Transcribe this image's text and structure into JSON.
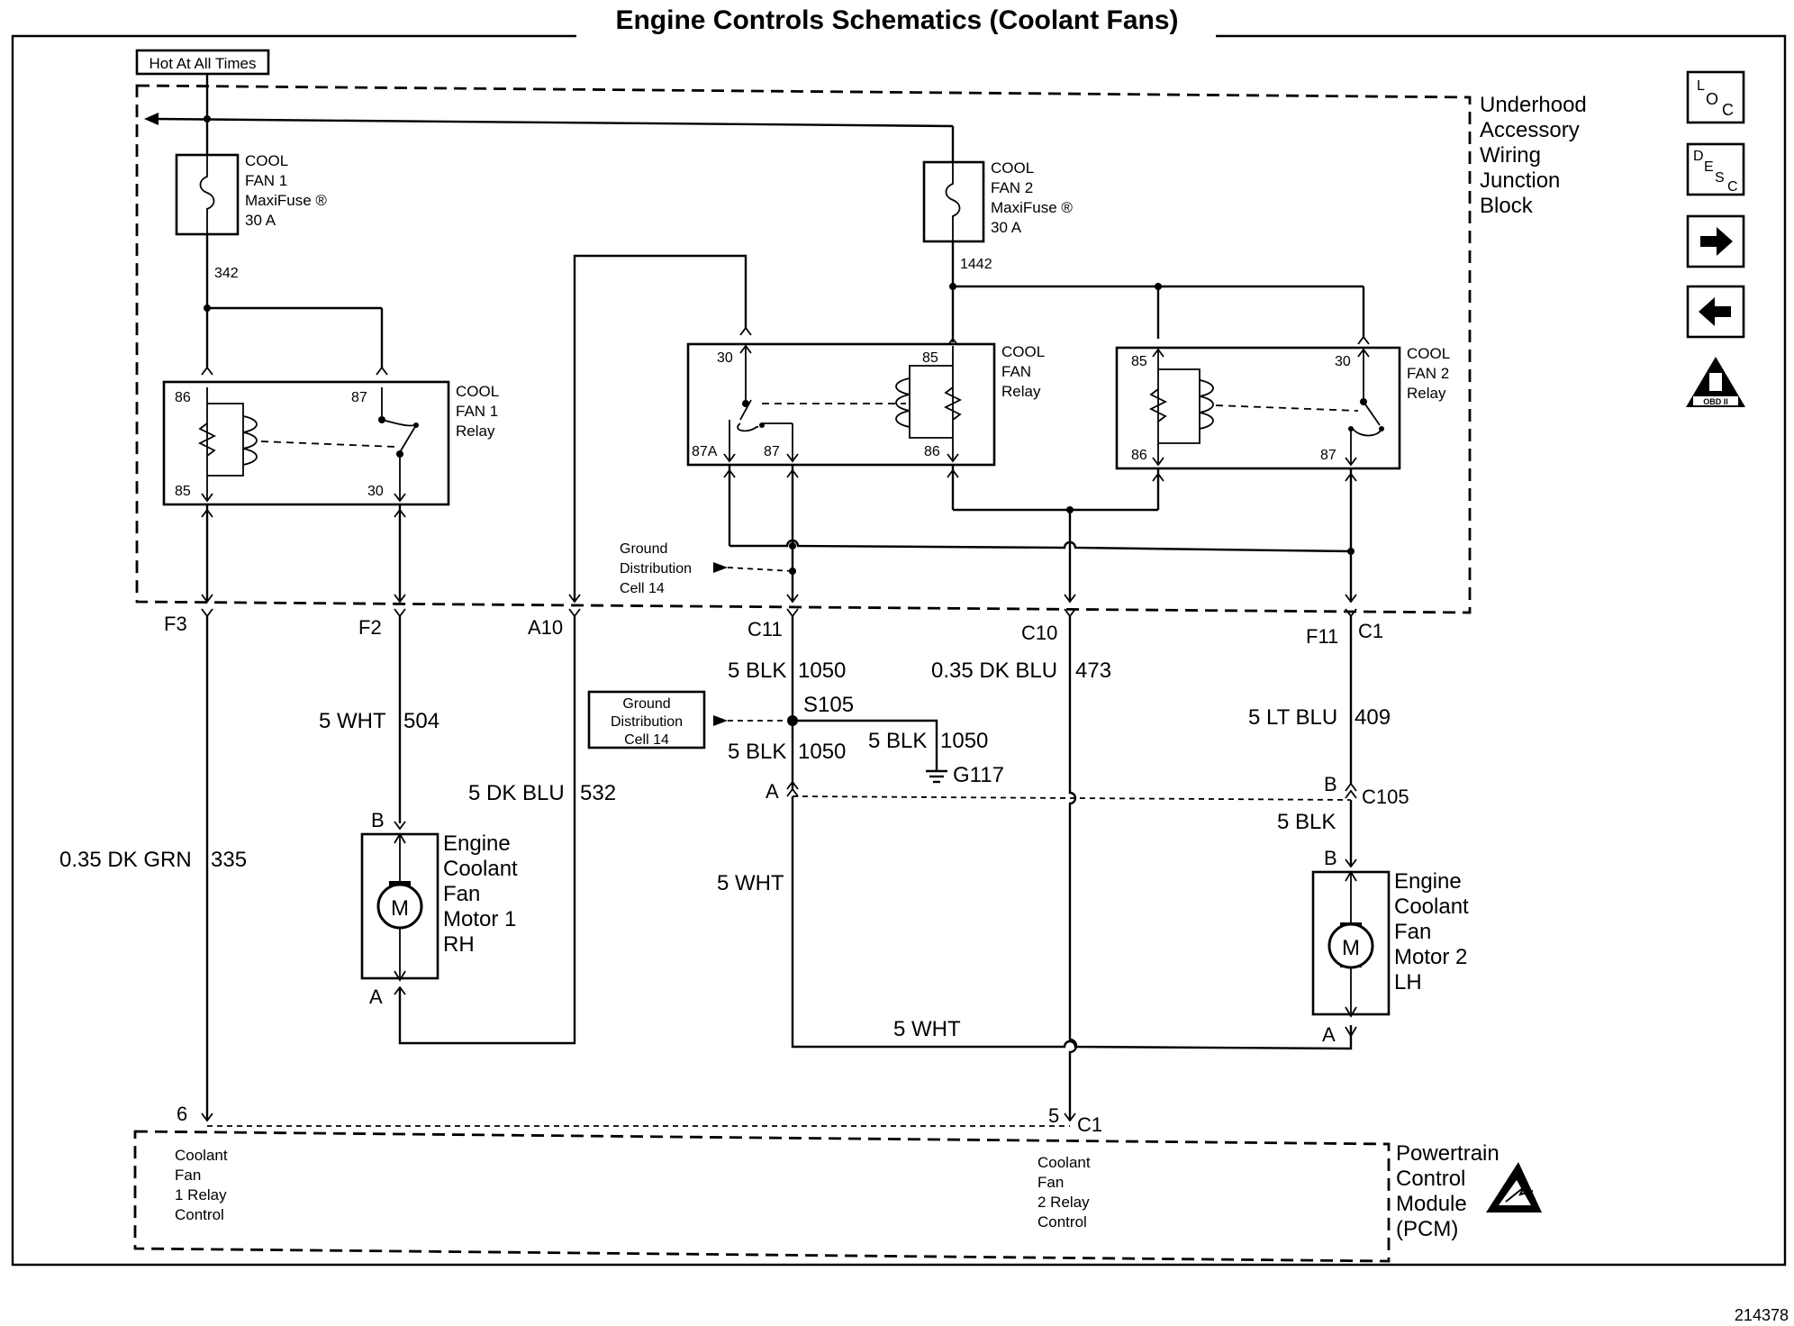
{
  "title": "Engine Controls Schematics (Coolant Fans)",
  "hot_label": "Hot At All Times",
  "junction_block": [
    "Underhood",
    "Accessory",
    "Wiring",
    "Junction",
    "Block"
  ],
  "fuse1": [
    "COOL",
    "FAN 1",
    "MaxiFuse ®",
    "30 A"
  ],
  "fuse2": [
    "COOL",
    "FAN 2",
    "MaxiFuse ®",
    "30 A"
  ],
  "relay1": {
    "label": [
      "COOL",
      "FAN 1",
      "Relay"
    ],
    "pins": [
      "86",
      "87",
      "85",
      "30"
    ]
  },
  "relay_mid": {
    "label": [
      "COOL",
      "FAN",
      "Relay"
    ],
    "pins": [
      "30",
      "85",
      "87A",
      "87",
      "86"
    ]
  },
  "relay2": {
    "label": [
      "COOL",
      "FAN 2",
      "Relay"
    ],
    "pins": [
      "85",
      "30",
      "86",
      "87"
    ]
  },
  "circuits": {
    "c342": "342",
    "c1442": "1442"
  },
  "ground_cell": [
    "Ground",
    "Distribution",
    "Cell 14"
  ],
  "connectors": {
    "f3": "F3",
    "f2": "F2",
    "a10": "A10",
    "c11": "C11",
    "c10": "C10",
    "f11": "F11",
    "c1": "C1",
    "c105": "C105",
    "a": "A",
    "b": "B",
    "p6": "6",
    "p5": "5"
  },
  "wires": {
    "w335": [
      "0.35 DK GRN",
      "335"
    ],
    "w504": [
      "5 WHT",
      "504"
    ],
    "w532": [
      "5 DK BLU",
      "532"
    ],
    "w1050a": [
      "5 BLK",
      "1050"
    ],
    "w1050b": [
      "5 BLK",
      "1050"
    ],
    "w1050c": [
      "5 BLK",
      "1050"
    ],
    "w473": [
      "0.35 DK BLU",
      "473"
    ],
    "w409": [
      "5 LT BLU",
      "409"
    ],
    "blk_c105": "5 BLK",
    "wht_mid": "5 WHT",
    "wht_bot": "5 WHT"
  },
  "splice": "S105",
  "ground": "G117",
  "motor1": {
    "symbol": "M",
    "label": [
      "Engine",
      "Coolant",
      "Fan",
      "Motor 1",
      "RH"
    ]
  },
  "motor2": {
    "symbol": "M",
    "label": [
      "Engine",
      "Coolant",
      "Fan",
      "Motor 2",
      "LH"
    ]
  },
  "pcm": {
    "label": [
      "Powertrain",
      "Control",
      "Module",
      "(PCM)"
    ],
    "relay1_ctrl": [
      "Coolant",
      "Fan",
      "1 Relay",
      "Control"
    ],
    "relay2_ctrl": [
      "Coolant",
      "Fan",
      "2 Relay",
      "Control"
    ]
  },
  "side_icons": {
    "loc": [
      "L",
      "O",
      "C"
    ],
    "desc": [
      "D",
      "E",
      "S",
      "C"
    ],
    "obd": "OBD II",
    "next": "arrow-right-icon",
    "prev": "arrow-left-icon"
  },
  "figure_number": "214378"
}
